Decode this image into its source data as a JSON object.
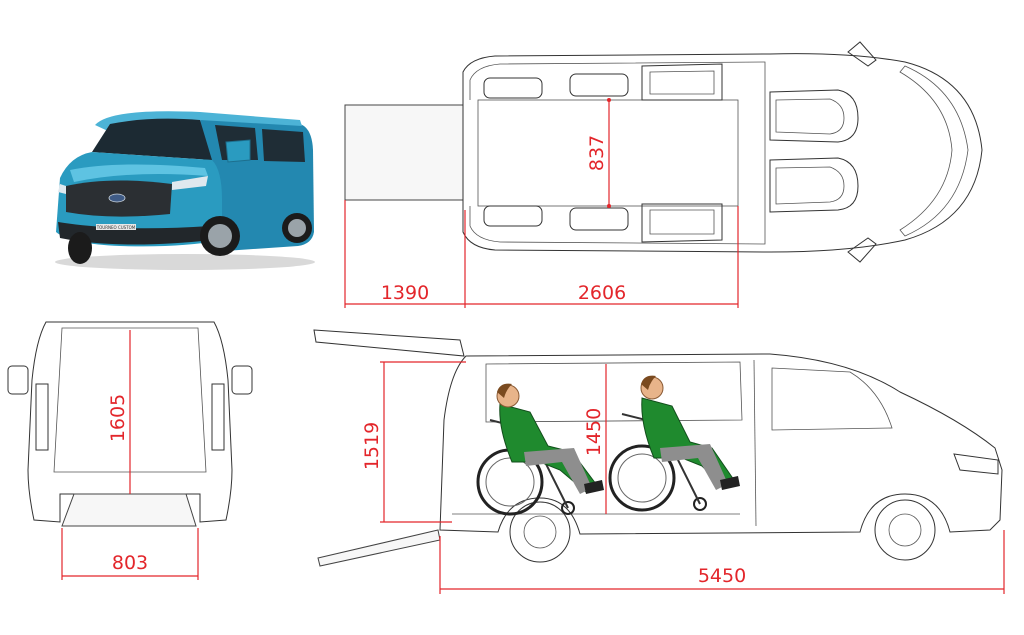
{
  "colors": {
    "dimension": "#e3262b",
    "van_body": "#2a9bc0",
    "wheelchair_user_shirt": "#1f8a2e",
    "line": "#333333"
  },
  "photo": {
    "badge": "TOURNEO CUSTOM"
  },
  "dimensions": {
    "ramp_length": "1390",
    "floor_length": "2606",
    "floor_width_between_seats": "837",
    "rear_door_height": "1605",
    "rear_door_width": "803",
    "interior_height": "1519",
    "headroom_wheelchair": "1450",
    "overall_length": "5450"
  }
}
